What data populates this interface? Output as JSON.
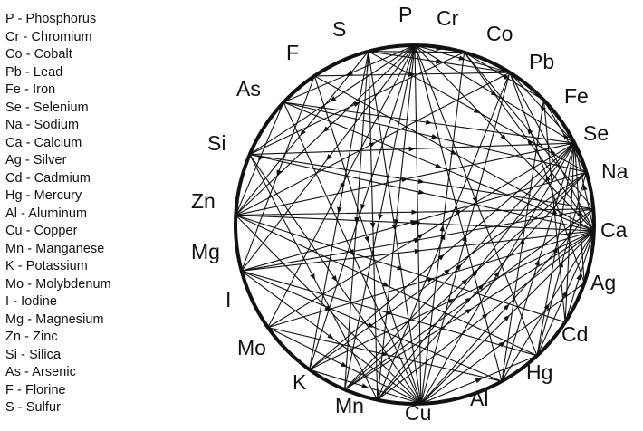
{
  "legend": [
    "P - Phosphorus",
    "Cr - Chromium",
    "Co - Cobalt",
    "Pb - Lead",
    "Fe - Iron",
    "Se - Selenium",
    "Na - Sodium",
    "Ca - Calcium",
    "Ag - Silver",
    "Cd - Cadmium",
    "Hg - Mercury",
    "Al - Aluminum",
    "Cu - Copper",
    "Mn - Manganese",
    "K - Potassium",
    "Mo - Molybdenum",
    "I - Iodine",
    "Mg - Magnesium",
    "Zn - Zinc",
    "Si - Silica",
    "As - Arsenic",
    "F - Florine",
    "S - Sulfur"
  ],
  "elements": [
    "P",
    "Cr",
    "Co",
    "Pb",
    "Fe",
    "Se",
    "Na",
    "Ca",
    "Ag",
    "Cd",
    "Hg",
    "Al",
    "Cu",
    "Mn",
    "K",
    "Mo",
    "I",
    "Mg",
    "Zn",
    "Si",
    "As",
    "F",
    "S"
  ],
  "connections": [
    [
      "P",
      "Cr"
    ],
    [
      "P",
      "Co"
    ],
    [
      "P",
      "Fe"
    ],
    [
      "P",
      "Ca"
    ],
    [
      "P",
      "Cu"
    ],
    [
      "P",
      "Mn"
    ],
    [
      "P",
      "K"
    ],
    [
      "P",
      "Mg"
    ],
    [
      "P",
      "Zn"
    ],
    [
      "P",
      "Si"
    ],
    [
      "P",
      "As"
    ],
    [
      "P",
      "Hg"
    ],
    [
      "P",
      "Al"
    ],
    [
      "P",
      "I"
    ],
    [
      "P",
      "Mo"
    ],
    [
      "S",
      "Cr"
    ],
    [
      "S",
      "Co"
    ],
    [
      "S",
      "Cu"
    ],
    [
      "S",
      "Mn"
    ],
    [
      "S",
      "K"
    ],
    [
      "S",
      "Mo"
    ],
    [
      "S",
      "Zn"
    ],
    [
      "S",
      "Se"
    ],
    [
      "F",
      "Cu"
    ],
    [
      "F",
      "Ca"
    ],
    [
      "F",
      "Mg"
    ],
    [
      "F",
      "Co"
    ],
    [
      "As",
      "Fe"
    ],
    [
      "As",
      "Cu"
    ],
    [
      "As",
      "Se"
    ],
    [
      "As",
      "Ca"
    ],
    [
      "As",
      "Zn"
    ],
    [
      "Si",
      "Fe"
    ],
    [
      "Si",
      "Cr"
    ],
    [
      "Si",
      "Ca"
    ],
    [
      "Si",
      "Na"
    ],
    [
      "Si",
      "Cu"
    ],
    [
      "Si",
      "Mn"
    ],
    [
      "Zn",
      "Ca"
    ],
    [
      "Zn",
      "Fe"
    ],
    [
      "Zn",
      "Cu"
    ],
    [
      "Zn",
      "Cd"
    ],
    [
      "Zn",
      "Co"
    ],
    [
      "Zn",
      "Hg"
    ],
    [
      "Zn",
      "Na"
    ],
    [
      "Mg",
      "Ca"
    ],
    [
      "Mg",
      "Cu"
    ],
    [
      "Mg",
      "Hg"
    ],
    [
      "Mg",
      "Al"
    ],
    [
      "Mg",
      "Na"
    ],
    [
      "Mg",
      "Se"
    ],
    [
      "I",
      "Fe"
    ],
    [
      "I",
      "Cu"
    ],
    [
      "I",
      "Ca"
    ],
    [
      "I",
      "Al"
    ],
    [
      "Mo",
      "Cu"
    ],
    [
      "Mo",
      "Fe"
    ],
    [
      "Mo",
      "Ca"
    ],
    [
      "Mo",
      "Se"
    ],
    [
      "K",
      "Na"
    ],
    [
      "K",
      "Ca"
    ],
    [
      "K",
      "Fe"
    ],
    [
      "K",
      "Se"
    ],
    [
      "Mn",
      "Fe"
    ],
    [
      "Mn",
      "Ca"
    ],
    [
      "Mn",
      "Se"
    ],
    [
      "Mn",
      "Co"
    ],
    [
      "Cu",
      "Ca"
    ],
    [
      "Cu",
      "Fe"
    ],
    [
      "Cu",
      "Na"
    ],
    [
      "Cu",
      "Co"
    ],
    [
      "Cu",
      "Cr"
    ],
    [
      "Cu",
      "Hg"
    ],
    [
      "Cu",
      "Ag"
    ],
    [
      "Al",
      "Ca"
    ],
    [
      "Al",
      "Fe"
    ],
    [
      "Al",
      "Pb"
    ],
    [
      "Hg",
      "Ca"
    ],
    [
      "Hg",
      "Fe"
    ],
    [
      "Hg",
      "Se"
    ],
    [
      "Cd",
      "Ca"
    ],
    [
      "Cd",
      "Fe"
    ],
    [
      "Cd",
      "Pb"
    ],
    [
      "Ag",
      "Fe"
    ],
    [
      "Ag",
      "Co"
    ],
    [
      "Ca",
      "Fe"
    ],
    [
      "Ca",
      "Cr"
    ],
    [
      "Ca",
      "Co"
    ],
    [
      "Na",
      "Cr"
    ],
    [
      "Se",
      "Pb"
    ],
    [
      "Fe",
      "Co"
    ],
    [
      "Pb",
      "Cr"
    ]
  ]
}
